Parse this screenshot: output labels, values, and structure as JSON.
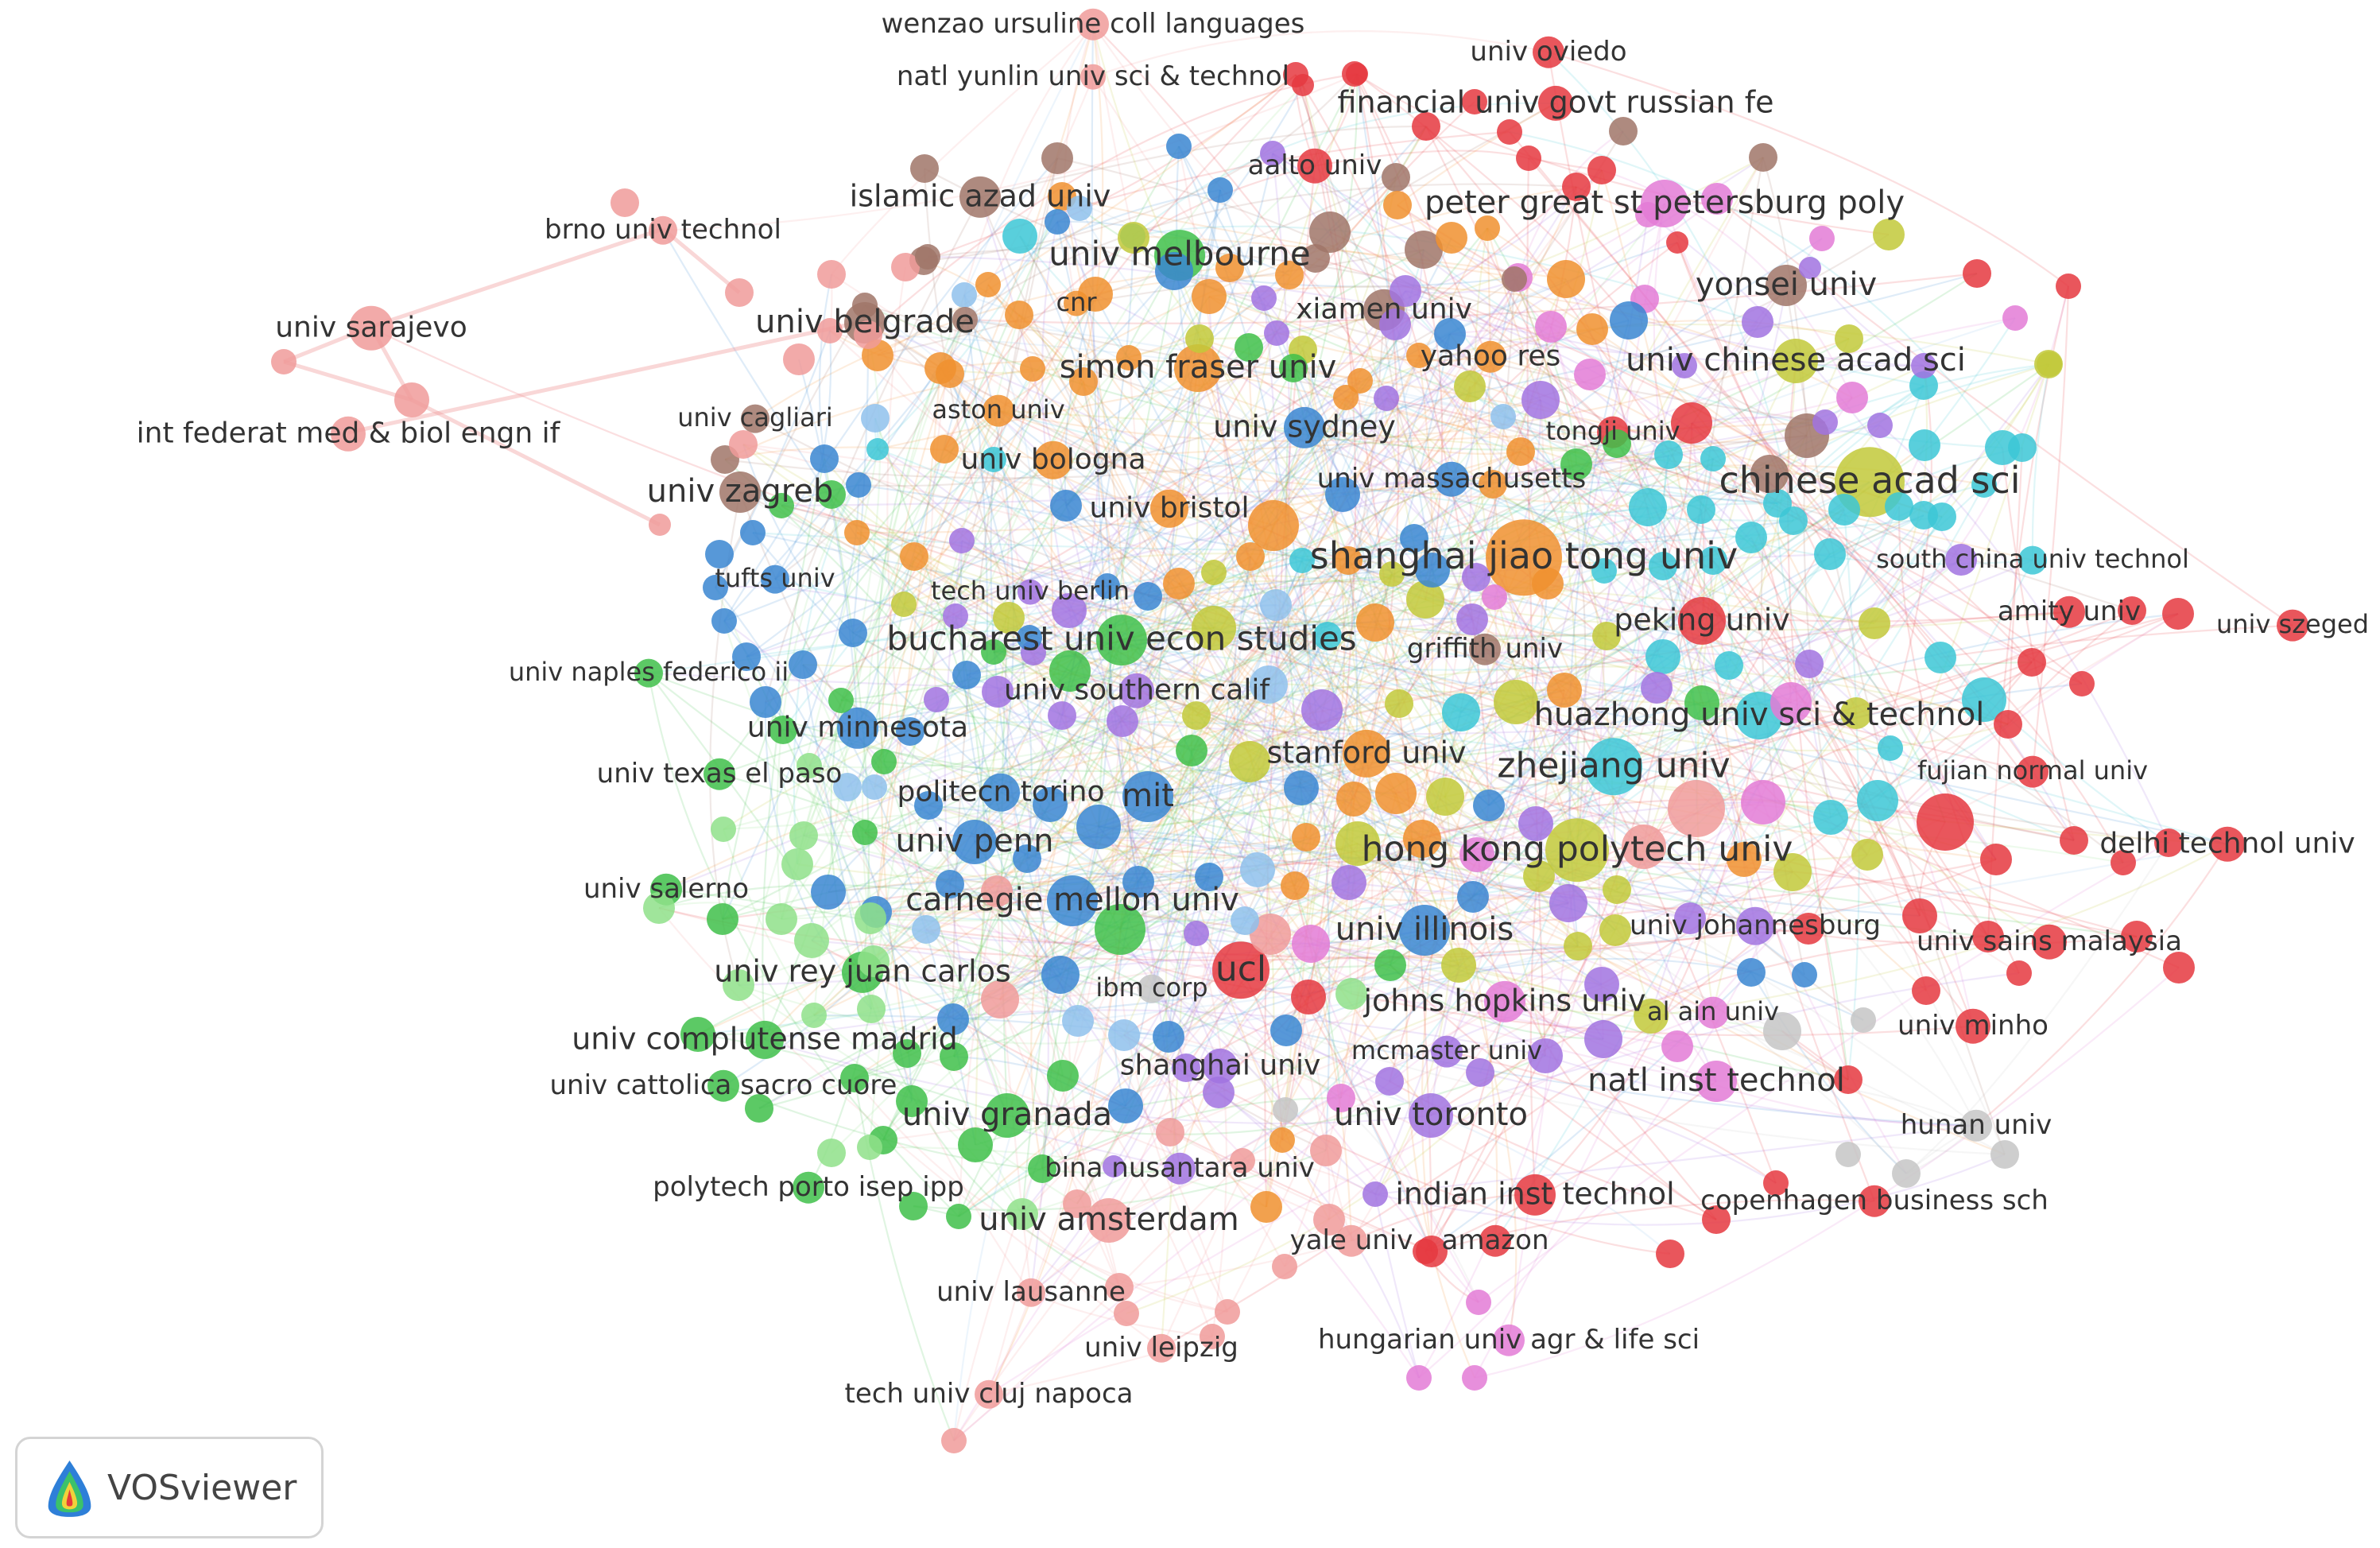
{
  "badge": {
    "text": "VOSviewer"
  },
  "colors": {
    "red": "#e5383f",
    "green": "#3fbf4a",
    "blue": "#3a86d1",
    "yellow": "#c2c93a",
    "purple": "#a173e0",
    "cyan": "#3cc7d6",
    "orange": "#f0902f",
    "brown": "#a07669",
    "pink": "#e37bd6",
    "rose": "#f09b9a",
    "light_green": "#8fe08a",
    "light_blue": "#8fc1ec",
    "grey": "#c6c6c6"
  },
  "labels": [
    {
      "text": "wenzao ursuline coll languages",
      "cluster": "rose"
    },
    {
      "text": "natl yunlin univ sci & technol",
      "cluster": "rose"
    },
    {
      "text": "univ oviedo",
      "cluster": "red"
    },
    {
      "text": "financial univ govt russian fe",
      "cluster": "red"
    },
    {
      "text": "aalto univ",
      "cluster": "red"
    },
    {
      "text": "islamic azad univ",
      "cluster": "brown"
    },
    {
      "text": "brno univ technol",
      "cluster": "rose"
    },
    {
      "text": "peter great st petersburg poly",
      "cluster": "pink"
    },
    {
      "text": "univ melbourne",
      "cluster": "green"
    },
    {
      "text": "yonsei univ",
      "cluster": "brown"
    },
    {
      "text": "univ sarajevo",
      "cluster": "rose"
    },
    {
      "text": "cnr",
      "cluster": "orange"
    },
    {
      "text": "xiamen univ",
      "cluster": "brown"
    },
    {
      "text": "univ belgrade",
      "cluster": "brown"
    },
    {
      "text": "yahoo res",
      "cluster": "orange"
    },
    {
      "text": "univ chinese acad sci",
      "cluster": "yellow"
    },
    {
      "text": "simon fraser univ",
      "cluster": "orange"
    },
    {
      "text": "int federat med & biol engn if",
      "cluster": "rose"
    },
    {
      "text": "univ cagliari",
      "cluster": "brown"
    },
    {
      "text": "aston univ",
      "cluster": "orange"
    },
    {
      "text": "univ sydney",
      "cluster": "blue"
    },
    {
      "text": "tongji univ",
      "cluster": "red"
    },
    {
      "text": "univ bologna",
      "cluster": "orange"
    },
    {
      "text": "chinese acad sci",
      "cluster": "yellow"
    },
    {
      "text": "univ zagreb",
      "cluster": "brown"
    },
    {
      "text": "univ massachusetts",
      "cluster": "blue"
    },
    {
      "text": "univ bristol",
      "cluster": "orange"
    },
    {
      "text": "shanghai jiao tong univ",
      "cluster": "orange"
    },
    {
      "text": "south china univ technol",
      "cluster": "cyan"
    },
    {
      "text": "tufts univ",
      "cluster": "blue"
    },
    {
      "text": "tech univ berlin",
      "cluster": "purple"
    },
    {
      "text": "amity univ",
      "cluster": "red"
    },
    {
      "text": "univ szeged",
      "cluster": "red"
    },
    {
      "text": "peking univ",
      "cluster": "red"
    },
    {
      "text": "bucharest univ econ studies",
      "cluster": "green"
    },
    {
      "text": "griffith univ",
      "cluster": "brown"
    },
    {
      "text": "univ naples federico ii",
      "cluster": "green"
    },
    {
      "text": "univ southern calif",
      "cluster": "purple"
    },
    {
      "text": "huazhong univ sci & technol",
      "cluster": "cyan"
    },
    {
      "text": "univ minnesota",
      "cluster": "blue"
    },
    {
      "text": "stanford univ",
      "cluster": "orange"
    },
    {
      "text": "zhejiang univ",
      "cluster": "cyan"
    },
    {
      "text": "fujian normal univ",
      "cluster": "red"
    },
    {
      "text": "univ texas el paso",
      "cluster": "green"
    },
    {
      "text": "politecn torino",
      "cluster": "blue"
    },
    {
      "text": "mit",
      "cluster": "blue"
    },
    {
      "text": "univ penn",
      "cluster": "blue"
    },
    {
      "text": "hong kong polytech univ",
      "cluster": "yellow"
    },
    {
      "text": "delhi technol univ",
      "cluster": "red"
    },
    {
      "text": "univ salerno",
      "cluster": "green"
    },
    {
      "text": "carnegie mellon univ",
      "cluster": "blue"
    },
    {
      "text": "univ illinois",
      "cluster": "blue"
    },
    {
      "text": "univ johannesburg",
      "cluster": "purple"
    },
    {
      "text": "univ sains malaysia",
      "cluster": "red"
    },
    {
      "text": "univ rey juan carlos",
      "cluster": "green"
    },
    {
      "text": "ucl",
      "cluster": "red"
    },
    {
      "text": "ibm corp",
      "cluster": "grey"
    },
    {
      "text": "johns hopkins univ",
      "cluster": "pink"
    },
    {
      "text": "al ain univ",
      "cluster": "pink"
    },
    {
      "text": "univ minho",
      "cluster": "red"
    },
    {
      "text": "univ complutense madrid",
      "cluster": "green"
    },
    {
      "text": "mcmaster univ",
      "cluster": "purple"
    },
    {
      "text": "shanghai univ",
      "cluster": "purple"
    },
    {
      "text": "natl inst technol",
      "cluster": "pink"
    },
    {
      "text": "univ cattolica sacro cuore",
      "cluster": "green"
    },
    {
      "text": "univ granada",
      "cluster": "green"
    },
    {
      "text": "univ toronto",
      "cluster": "purple"
    },
    {
      "text": "hunan univ",
      "cluster": "grey"
    },
    {
      "text": "bina nusantara univ",
      "cluster": "purple"
    },
    {
      "text": "polytech porto isep ipp",
      "cluster": "green"
    },
    {
      "text": "indian inst technol",
      "cluster": "red"
    },
    {
      "text": "copenhagen business sch",
      "cluster": "red"
    },
    {
      "text": "univ amsterdam",
      "cluster": "rose"
    },
    {
      "text": "yale univ",
      "cluster": "rose"
    },
    {
      "text": "amazon",
      "cluster": "red"
    },
    {
      "text": "univ lausanne",
      "cluster": "rose"
    },
    {
      "text": "hungarian univ agr & life sci",
      "cluster": "pink"
    },
    {
      "text": "univ leipzig",
      "cluster": "rose"
    },
    {
      "text": "tech univ cluj napoca",
      "cluster": "rose"
    }
  ]
}
